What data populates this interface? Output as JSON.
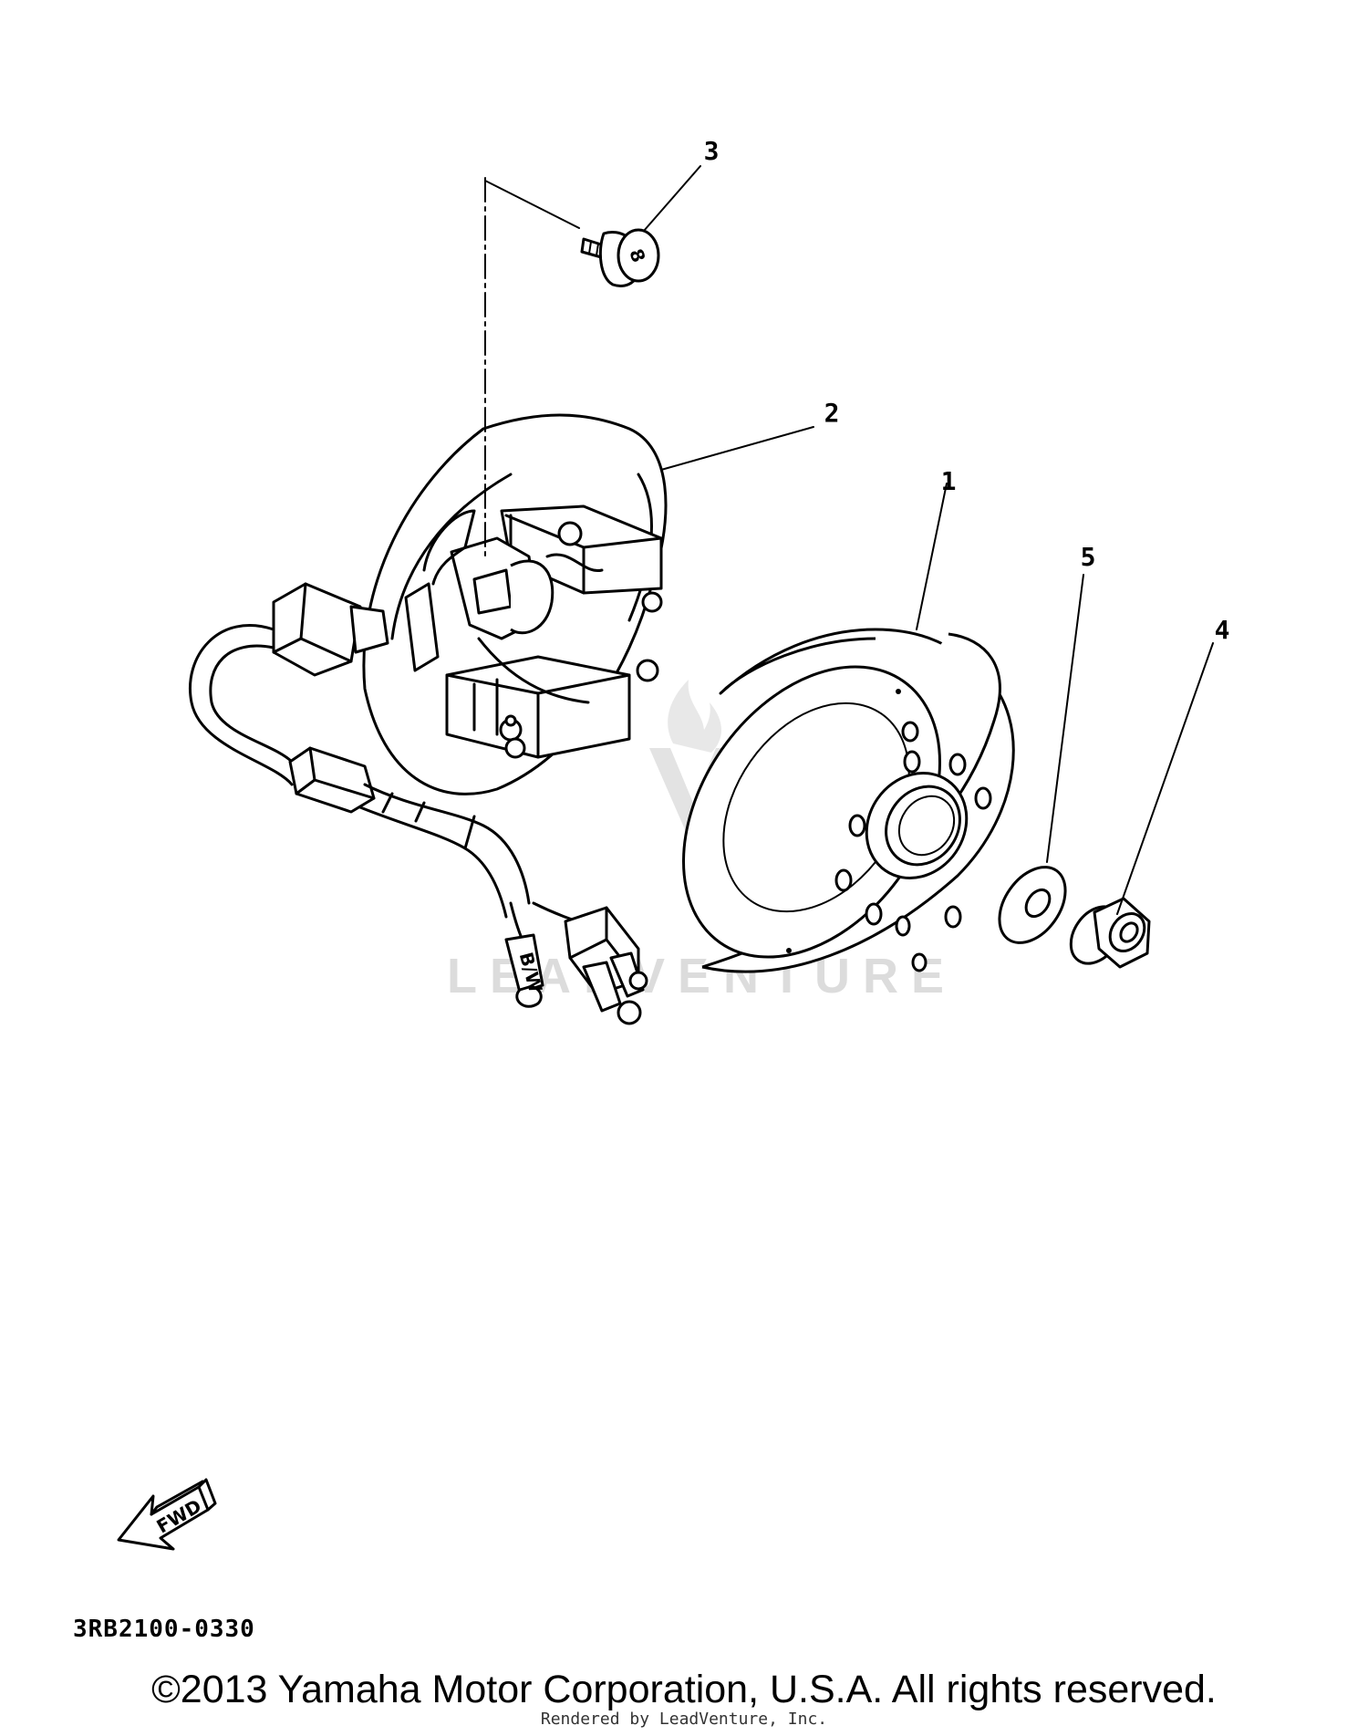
{
  "callouts": [
    {
      "id": "1",
      "label": "1"
    },
    {
      "id": "2",
      "label": "2"
    },
    {
      "id": "3",
      "label": "3"
    },
    {
      "id": "4",
      "label": "4"
    },
    {
      "id": "5",
      "label": "5"
    }
  ],
  "fwd_label": "FWD",
  "diagram_code": "3RB2100-0330",
  "watermark": "LEADVENTURE",
  "copyright": "©2013 Yamaha Motor Corporation, U.S.A. All rights reserved.",
  "rendered_by": "Rendered by LeadVenture, Inc."
}
